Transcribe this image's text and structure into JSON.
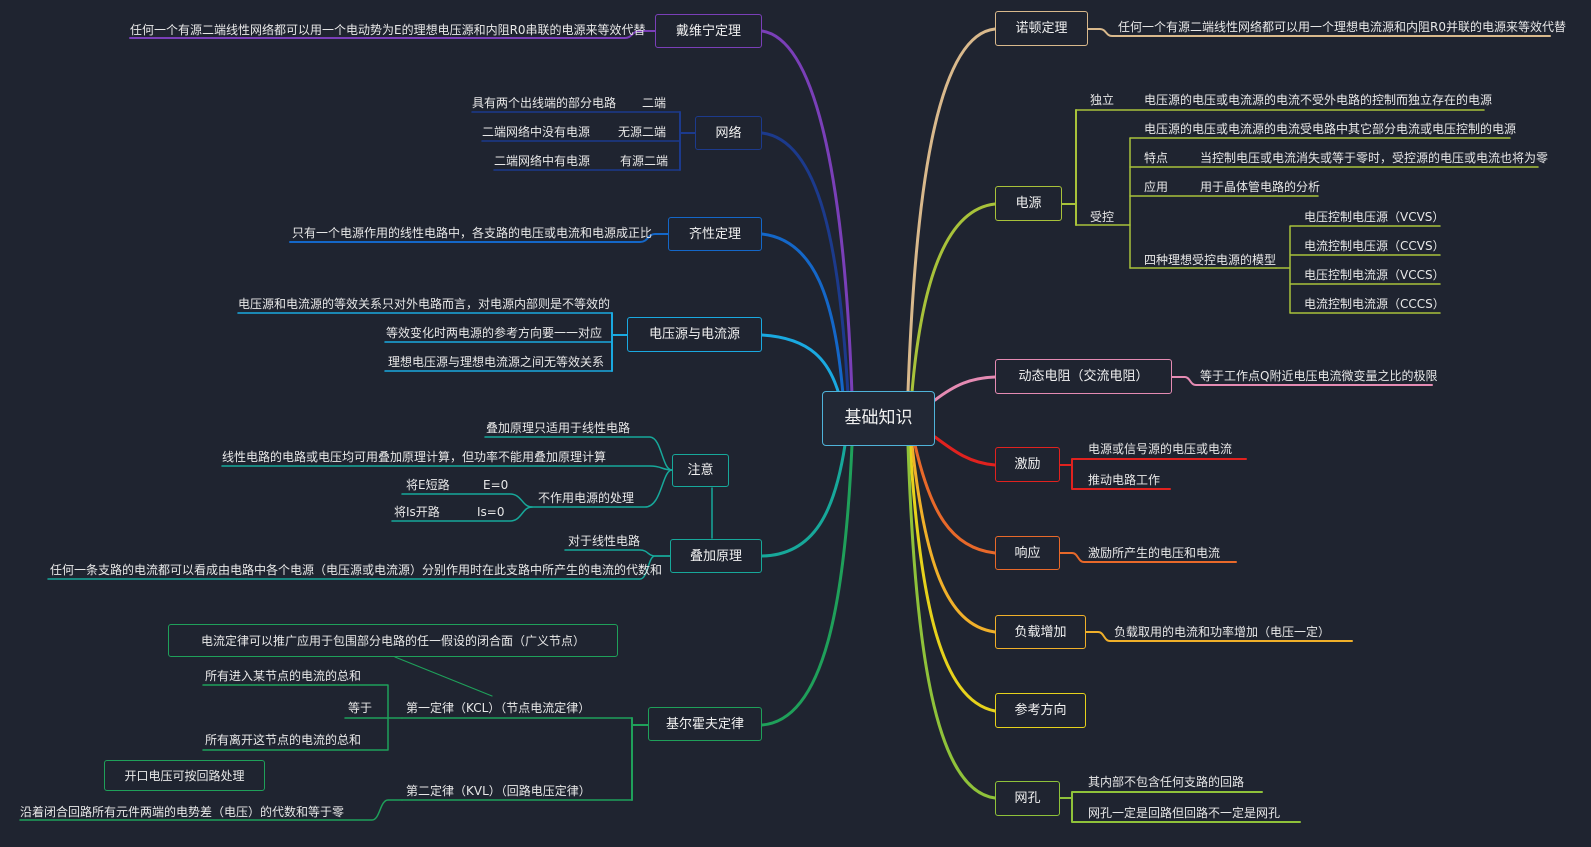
{
  "root": "基础知识",
  "colors": {
    "background": "#1f2430",
    "purple": "#7a3fb8",
    "navy": "#1c3a8c",
    "blue": "#1467c8",
    "cyan": "#1aa9e0",
    "teal": "#17a89a",
    "green": "#1fa05a",
    "tan": "#d9b98c",
    "olive": "#a8c23a",
    "pink": "#e58bb3",
    "red": "#e0221f",
    "orange": "#e8692a",
    "amber": "#f0b02a",
    "yellow": "#e6d21c",
    "lime": "#8fc23a"
  },
  "left": {
    "daiweining": {
      "title": "戴维宁定理",
      "desc": "任何一个有源二端线性网络都可以用一个电动势为E的理想电压源和内阻R0串联的电源来等效代替"
    },
    "wangluo": {
      "title": "网络",
      "items": [
        {
          "desc": "具有两个出线端的部分电路",
          "term": "二端"
        },
        {
          "desc": "二端网络中没有电源",
          "term": "无源二端"
        },
        {
          "desc": "二端网络中有电源",
          "term": "有源二端"
        }
      ]
    },
    "qixing": {
      "title": "齐性定理",
      "desc": "只有一个电源作用的线性电路中，各支路的电压或电流和电源成正比"
    },
    "dianyuan": {
      "title": "电压源与电流源",
      "items": [
        "电压源和电流源的等效关系只对外电路而言，对电源内部则是不等效的",
        "等效变化时两电源的参考方向要一一对应",
        "理想电压源与理想电流源之间无等效关系"
      ]
    },
    "zhuyi": {
      "title": "注意",
      "items": [
        "叠加原理只适用于线性电路",
        "线性电路的电路或电压均可用叠加原理计算，但功率不能用叠加原理计算"
      ],
      "buzuoyong": {
        "title": "不作用电源的处理",
        "rows": [
          {
            "a": "将E短路",
            "b": "E=0"
          },
          {
            "a": "将Is开路",
            "b": "Is=0"
          }
        ]
      }
    },
    "diejia": {
      "title": "叠加原理",
      "items": [
        "对于线性电路",
        "任何一条支路的电流都可以看成由电路中各个电源（电压源或电流源）分别作用时在此支路中所产生的电流的代数和"
      ]
    },
    "jierhuofu": {
      "title": "基尔霍夫定律",
      "note1": "电流定律可以推广应用于包围部分电路的任一假设的闭合面（广义节点）",
      "kcl": {
        "title": "第一定律（KCL）（节点电流定律）",
        "top": "所有进入某节点的电流的总和",
        "mid": "等于",
        "bottom": "所有离开这节点的电流的总和"
      },
      "note2": "开口电压可按回路处理",
      "kvl": {
        "title": "第二定律（KVL）（回路电压定律）",
        "desc": "沿着闭合回路所有元件两端的电势差（电压）的代数和等于零"
      }
    }
  },
  "right": {
    "nuodun": {
      "title": "诺顿定理",
      "desc": "任何一个有源二端线性网络都可以用一个理想电流源和内阻R0并联的电源来等效代替"
    },
    "dianyuan": {
      "title": "电源",
      "duli": {
        "title": "独立",
        "desc": "电压源的电压或电流源的电流不受外电路的控制而独立存在的电源"
      },
      "shoukong": {
        "title": "受控",
        "desc": "电压源的电压或电流源的电流受电路中其它部分电流或电压控制的电源",
        "tedian": {
          "title": "特点",
          "desc": "当控制电压或电流消失或等于零时，受控源的电压或电流也将为零"
        },
        "yingyong": {
          "title": "应用",
          "desc": "用于晶体管电路的分析"
        },
        "moxing": {
          "title": "四种理想受控电源的模型",
          "items": [
            "电压控制电压源（VCVS）",
            "电流控制电压源（CCVS）",
            "电压控制电流源（VCCS）",
            "电流控制电流源（CCCS）"
          ]
        }
      }
    },
    "dongtai": {
      "title": "动态电阻（交流电阻）",
      "desc": "等于工作点Q附近电压电流微变量之比的极限"
    },
    "jili": {
      "title": "激励",
      "items": [
        "电源或信号源的电压或电流",
        "推动电路工作"
      ]
    },
    "xiangying": {
      "title": "响应",
      "desc": "激励所产生的电压和电流"
    },
    "fuzai": {
      "title": "负载增加",
      "desc": "负载取用的电流和功率增加（电压一定）"
    },
    "cankao": {
      "title": "参考方向"
    },
    "wangkong": {
      "title": "网孔",
      "items": [
        "其内部不包含任何支路的回路",
        "网孔一定是回路但回路不一定是网孔"
      ]
    }
  }
}
